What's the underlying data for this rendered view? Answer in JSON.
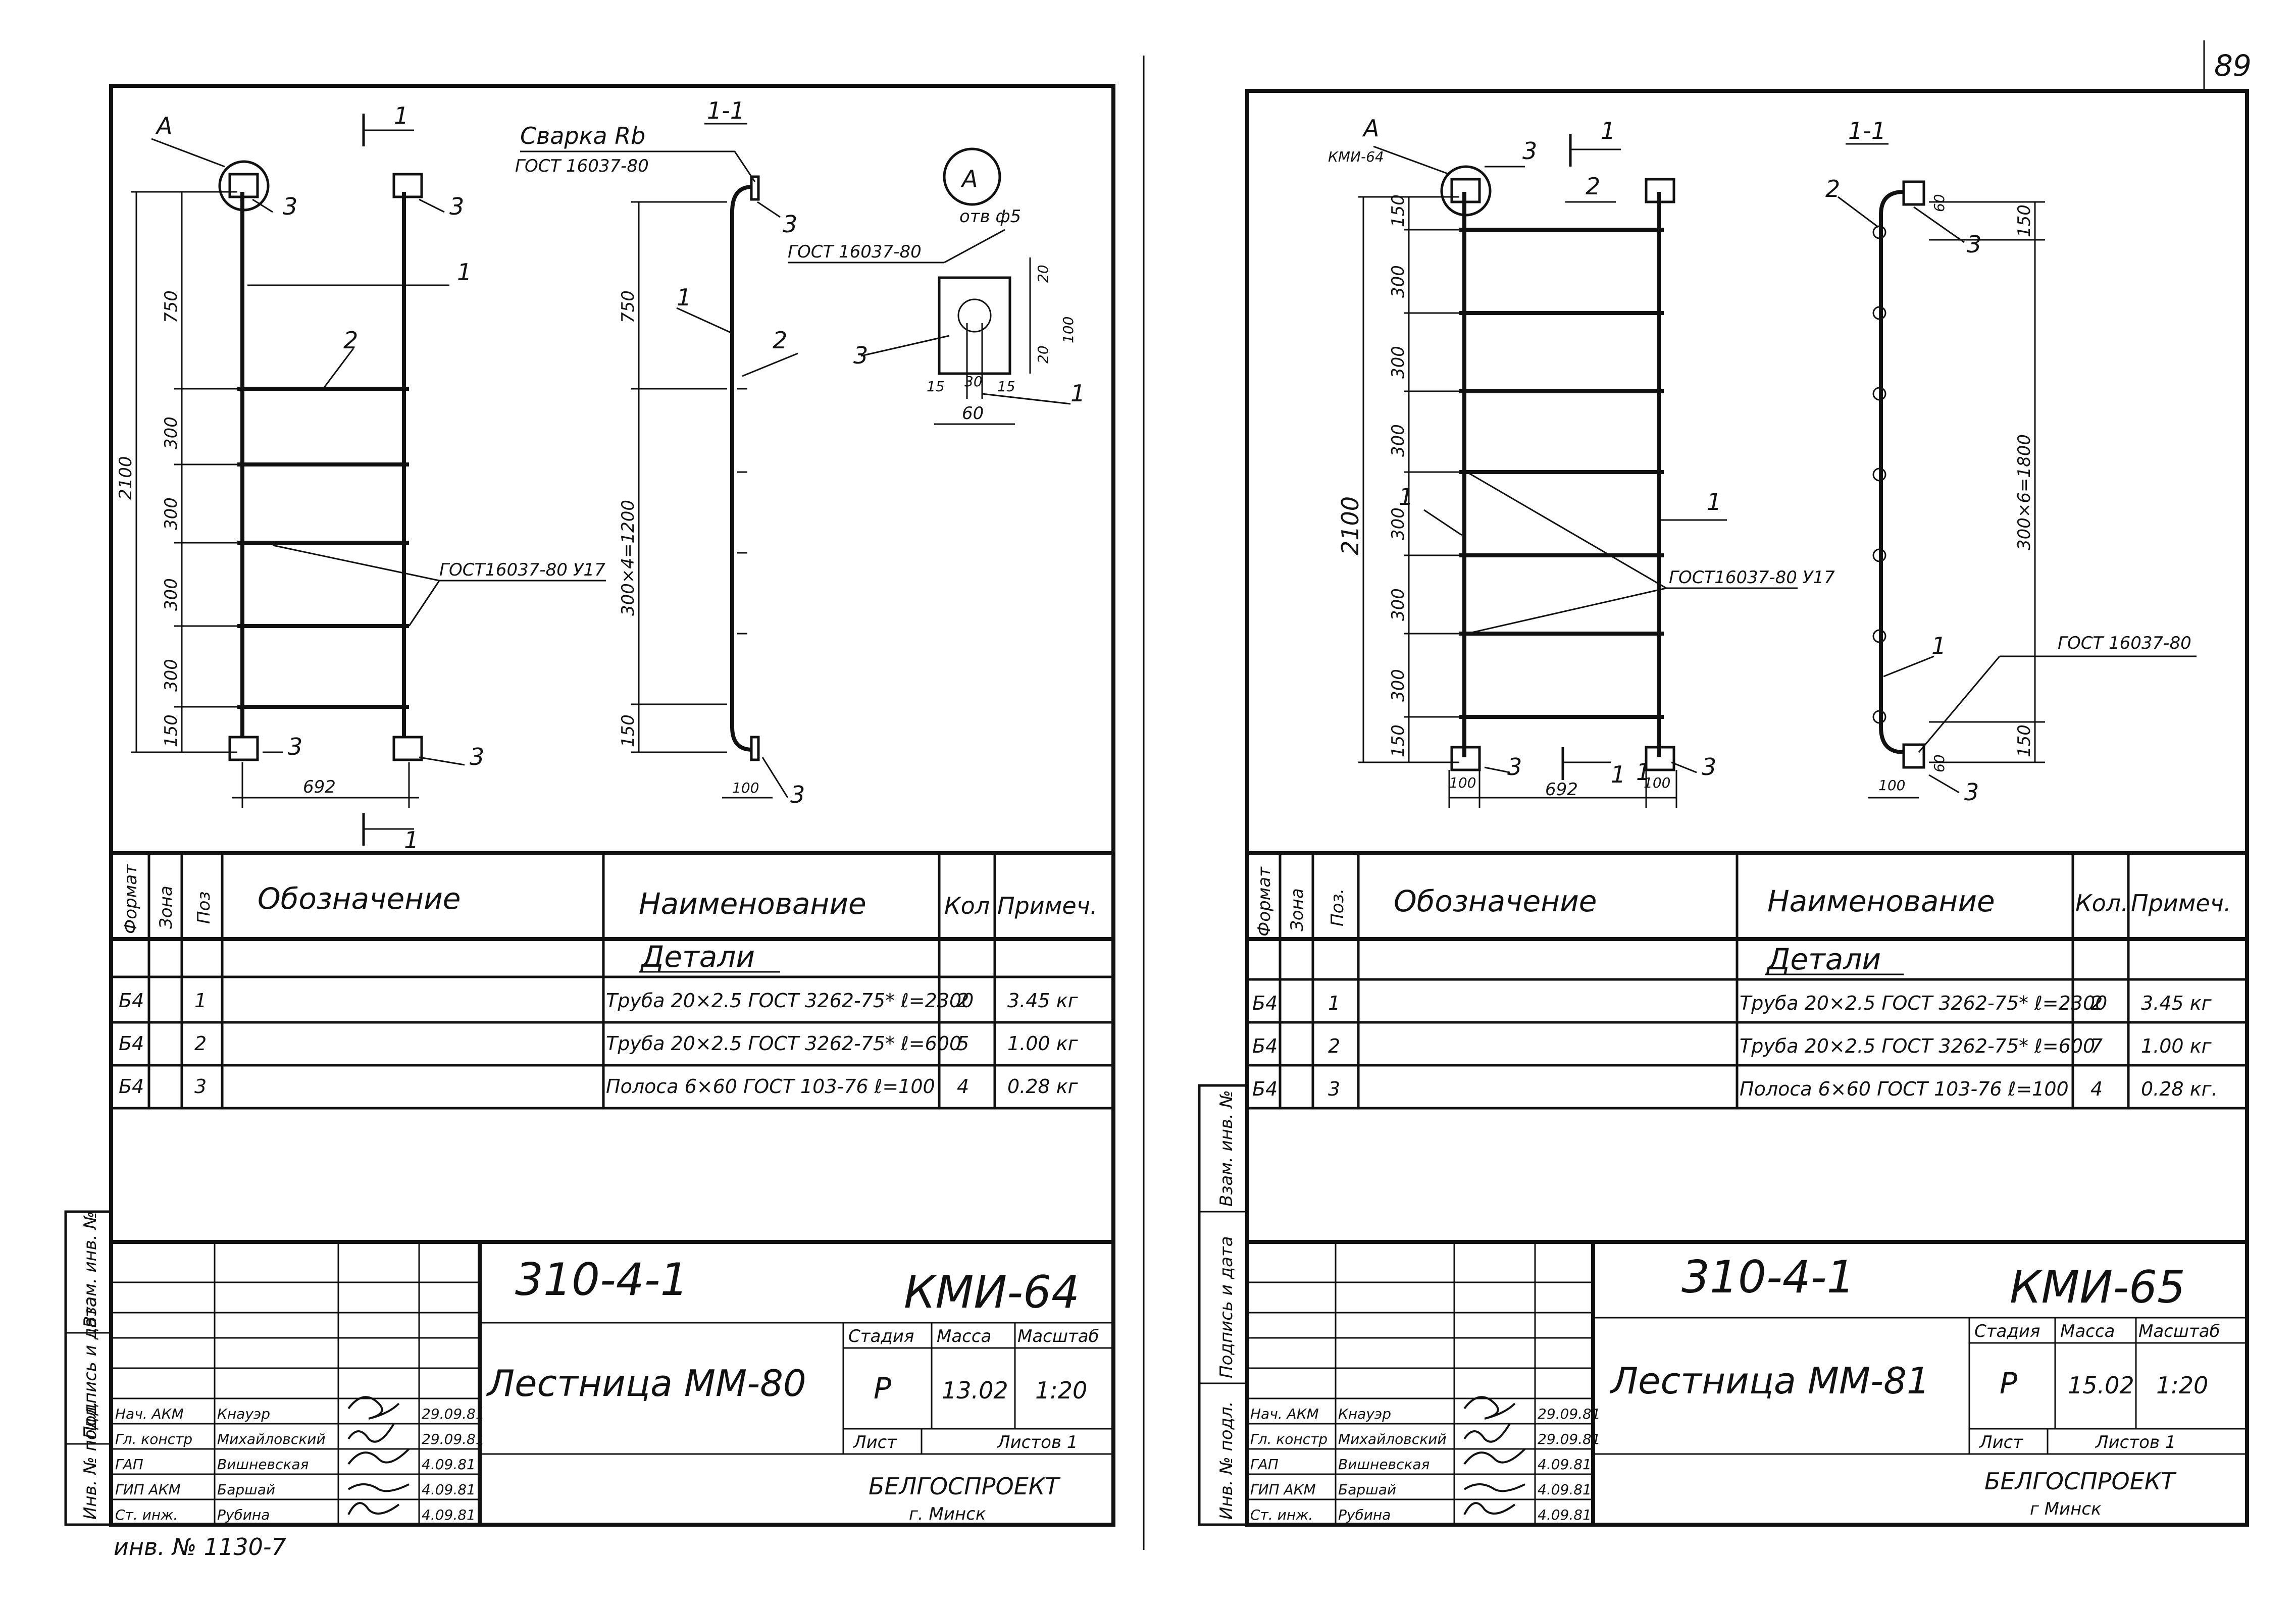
{
  "page_number": "89",
  "sheets": [
    {
      "id": "left",
      "drawing": {
        "detail_callout": "A",
        "detail_circle_label": "A",
        "section_marker": "1",
        "section_title": "1-1",
        "weld_label": "Сварка Rb",
        "weld_gost": "ГОСТ 16037-80",
        "hole_label": "отв ф5",
        "detail_gost": "ГОСТ 16037-80",
        "rung_weld_label": "ГОСТ16037-80 У17",
        "dims_front": [
          "750",
          "300",
          "300",
          "300",
          "300",
          "150"
        ],
        "total_height": "2100",
        "width": "692",
        "dims_side": [
          "750",
          "300×4=1200",
          "150"
        ],
        "side_bottom_dim": "100",
        "detail_dims": [
          "20",
          "100",
          "20",
          "15",
          "30",
          "15",
          "60"
        ],
        "pos_labels": [
          "1",
          "2",
          "3"
        ]
      },
      "spec_header": {
        "format": "Формат",
        "zone": "Зона",
        "pos": "Поз",
        "designation": "Обозначение",
        "name": "Наименование",
        "qty": "Кол",
        "note": "Примеч."
      },
      "section_name": "Детали",
      "rows": [
        {
          "format": "Б4",
          "pos": "1",
          "name": "Труба 20×2.5 ГОСТ 3262-75* ℓ=2300",
          "qty": "2",
          "note": "3.45 кг"
        },
        {
          "format": "Б4",
          "pos": "2",
          "name": "Труба 20×2.5 ГОСТ 3262-75* ℓ=600",
          "qty": "5",
          "note": "1.00 кг"
        },
        {
          "format": "Б4",
          "pos": "3",
          "name": "Полоса 6×60 ГОСТ 103-76 ℓ=100",
          "qty": "4",
          "note": "0.28 кг"
        }
      ],
      "title_block": {
        "doc_number": "310-4-1",
        "code": "КМИ-64",
        "title": "Лестница ММ-80",
        "stage_label": "Стадия",
        "mass_label": "Масса",
        "scale_label": "Масштаб",
        "stage": "Р",
        "mass": "13.02",
        "scale": "1:20",
        "sheet_label": "Лист",
        "sheets_label": "Листов 1",
        "org": "БЕЛГОСПРОЕКТ",
        "city": "г. Минск",
        "people": [
          {
            "role": "Нач. АКМ",
            "name": "Кнауэр",
            "date": "29.09.81"
          },
          {
            "role": "Гл. констр",
            "name": "Михайловский",
            "date": "29.09.81"
          },
          {
            "role": "ГАП",
            "name": "Вишневская",
            "date": "4.09.81"
          },
          {
            "role": "ГИП АКМ",
            "name": "Баршай",
            "date": "4.09.81"
          },
          {
            "role": "Ст. инж.",
            "name": "Рубина",
            "date": "4.09.81"
          }
        ]
      },
      "side_strip": [
        "Инв. № подл.",
        "Подпись и дата",
        "Взам. инв. №"
      ],
      "inv_number": "инв. № 1130-7"
    },
    {
      "id": "right",
      "drawing": {
        "detail_callout": "A",
        "detail_ref": "КМИ-64",
        "section_marker": "1",
        "section_title": "1-1",
        "rung_weld_label": "ГОСТ16037-80 У17",
        "side_gost": "ГОСТ 16037-80",
        "dims_front": [
          "150",
          "300",
          "300",
          "300",
          "300",
          "300",
          "300",
          "150"
        ],
        "total_height": "2100",
        "width": "692",
        "foot_dims": [
          "100",
          "100"
        ],
        "dims_side": [
          "150",
          "300×6=1800",
          "150"
        ],
        "side_dims_small": [
          "60",
          "60",
          "100"
        ],
        "pos_labels": [
          "1",
          "2",
          "3"
        ]
      },
      "spec_header": {
        "format": "Формат",
        "zone": "Зона",
        "pos": "Поз.",
        "designation": "Обозначение",
        "name": "Наименование",
        "qty": "Кол.",
        "note": "Примеч."
      },
      "section_name": "Детали",
      "rows": [
        {
          "format": "Б4",
          "pos": "1",
          "name": "Труба 20×2.5 ГОСТ 3262-75* ℓ=2300",
          "qty": "2",
          "note": "3.45 кг"
        },
        {
          "format": "Б4",
          "pos": "2",
          "name": "Труба 20×2.5 ГОСТ 3262-75* ℓ=600",
          "qty": "7",
          "note": "1.00 кг"
        },
        {
          "format": "Б4",
          "pos": "3",
          "name": "Полоса 6×60 ГОСТ 103-76 ℓ=100",
          "qty": "4",
          "note": "0.28 кг."
        }
      ],
      "title_block": {
        "doc_number": "310-4-1",
        "code": "КМИ-65",
        "title": "Лестница ММ-81",
        "stage_label": "Стадия",
        "mass_label": "Масса",
        "scale_label": "Масштаб",
        "stage": "Р",
        "mass": "15.02",
        "scale": "1:20",
        "sheet_label": "Лист",
        "sheets_label": "Листов 1",
        "org": "БЕЛГОСПРОЕКТ",
        "city": "г Минск",
        "people": [
          {
            "role": "Нач. АКМ",
            "name": "Кнауэр",
            "date": "29.09.81"
          },
          {
            "role": "Гл. констр",
            "name": "Михайловский",
            "date": "29.09.81"
          },
          {
            "role": "ГАП",
            "name": "Вишневская",
            "date": "4.09.81"
          },
          {
            "role": "ГИП АКМ",
            "name": "Баршай",
            "date": "4.09.81"
          },
          {
            "role": "Ст. инж.",
            "name": "Рубина",
            "date": "4.09.81"
          }
        ]
      },
      "side_strip": [
        "Инв. № подл.",
        "Подпись и дата",
        "Взам. инв. №"
      ]
    }
  ]
}
